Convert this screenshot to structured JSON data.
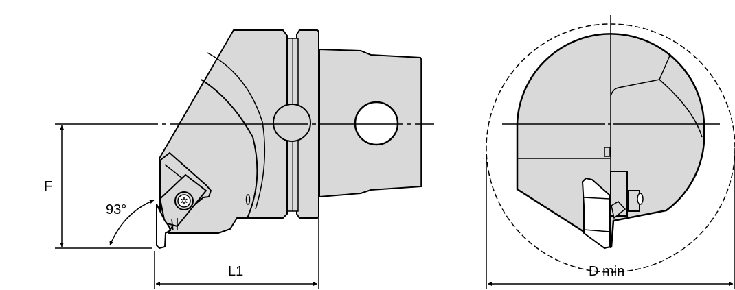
{
  "drawing": {
    "fill_color": "#d9d9d9",
    "line_color": "#000000",
    "side_view": {
      "labels": {
        "F": "F",
        "angle": "93°",
        "L1": "L1"
      }
    },
    "end_view": {
      "labels": {
        "D_min": "D min"
      }
    }
  }
}
